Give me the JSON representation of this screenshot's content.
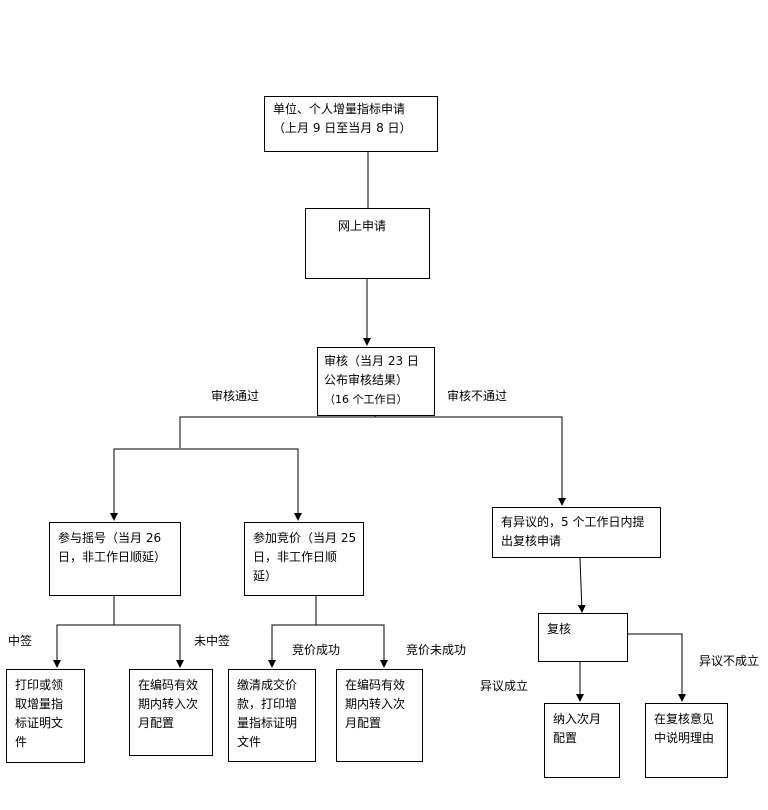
{
  "nodes": {
    "apply": {
      "line1": "单位、个人增量指标申请",
      "line2": "（上月 9 日至当月 8 日）"
    },
    "online": {
      "text": "网上申请"
    },
    "review": {
      "line1": "审核（当月 23 日",
      "line2": "公布审核结果）",
      "line3": "（16 个工作日）"
    },
    "lottery": {
      "line1": "参与摇号（当月 26",
      "line2": "日，非工作日顺延）"
    },
    "bidding": {
      "line1": "参加竞价（当月 25",
      "line2": "日，非工作日顺",
      "line3": "延）"
    },
    "objection": {
      "line1": "有异议的，5 个工作日内提",
      "line2": "出复核申请"
    },
    "print_lottery": {
      "line1": "打印或领",
      "line2": "取增量指",
      "line3": "标证明文",
      "line4": "件"
    },
    "transfer_lottery": {
      "line1": "在编码有效",
      "line2": "期内转入次",
      "line3": "月配置"
    },
    "pay_print": {
      "line1": "缴清成交价",
      "line2": "款，打印增",
      "line3": "量指标证明",
      "line4": "文件"
    },
    "transfer_bid": {
      "line1": "在编码有效",
      "line2": "期内转入次",
      "line3": "月配置"
    },
    "recheck": {
      "text": "复核"
    },
    "next_month": {
      "line1": "纳入次月",
      "line2": "配置"
    },
    "explain": {
      "line1": "在复核意见",
      "line2": "中说明理由"
    }
  },
  "edge_labels": {
    "pass": "审核通过",
    "fail": "审核不通过",
    "win": "中签",
    "lose": "未中签",
    "bid_win": "竞价成功",
    "bid_lose": "竞价未成功",
    "objection_ok": "异议成立",
    "objection_no": "异议不成立"
  }
}
